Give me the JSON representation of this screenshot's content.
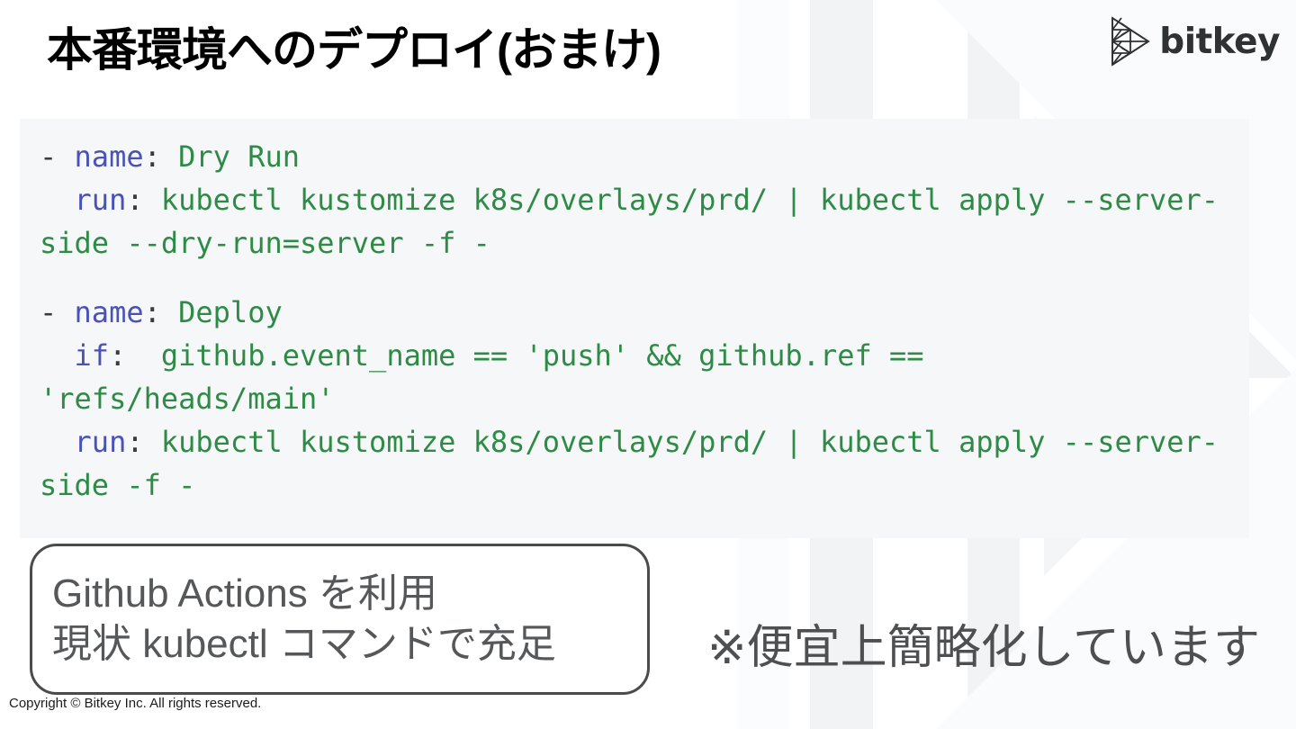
{
  "slide": {
    "title": "本番環境へのデプロイ(おまけ)",
    "footer": "Copyright © Bitkey Inc. All rights reserved.",
    "side_note": "※便宜上簡略化しています"
  },
  "brand": {
    "name": "bitkey",
    "logo_icon": "bitkey-triangle-mesh-icon",
    "text_color": "#2f3233"
  },
  "code_block": {
    "background": "#f5f7f9",
    "key_color": "#4a52b8",
    "value_color": "#2e8b45",
    "punct_color": "#3b3b3b",
    "language": "yaml",
    "lines": [
      {
        "dash": "- ",
        "key": "name",
        "colon": ": ",
        "value": "Dry Run"
      },
      {
        "dash": "  ",
        "key": "run",
        "colon": ": ",
        "value": "kubectl kustomize k8s/overlays/prd/ | kubectl apply --server-side --dry-run=server -f -"
      },
      {
        "blank": true
      },
      {
        "dash": "- ",
        "key": "name",
        "colon": ": ",
        "value": "Deploy"
      },
      {
        "dash": "  ",
        "key": "if",
        "colon": ":  ",
        "value": "github.event_name == 'push' && github.ref == 'refs/heads/main'"
      },
      {
        "dash": "  ",
        "key": "run",
        "colon": ": ",
        "value": "kubectl kustomize k8s/overlays/prd/ | kubectl apply --server-side -f -"
      }
    ],
    "raw": "- name: Dry Run\n  run: kubectl kustomize k8s/overlays/prd/ | kubectl apply --server-side --dry-run=server -f -\n\n- name: Deploy\n  if:  github.event_name == 'push' && github.ref == 'refs/heads/main'\n  run: kubectl kustomize k8s/overlays/prd/ | kubectl apply --server-side -f -"
  },
  "callout": {
    "border_color": "#4b4b4b",
    "text_color": "#555759",
    "lines": [
      "Github Actions を利用",
      "現状 kubectl コマンドで充足"
    ]
  }
}
